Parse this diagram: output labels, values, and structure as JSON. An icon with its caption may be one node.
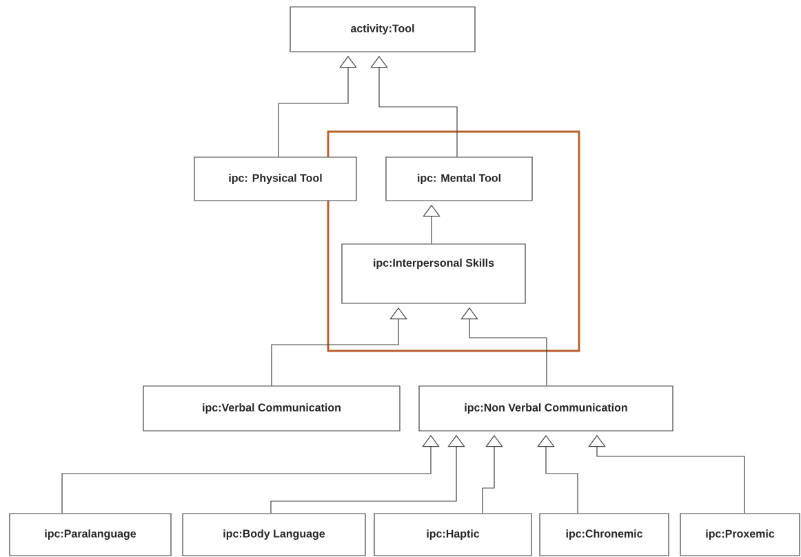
{
  "diagram": {
    "nodes": [
      {
        "text": [
          "activity:Tool"
        ]
      },
      {
        "text": [
          "ipc: Physical Tool"
        ]
      },
      {
        "text": [
          "ipc: Mental Tool"
        ]
      },
      {
        "text": [
          "ipc:Interpersonal Skills"
        ]
      },
      {
        "text": [
          "ipc:Verbal Communication"
        ]
      },
      {
        "text": [
          "ipc:Non Verbal Communication"
        ]
      },
      {
        "text": [
          "ipc:Paralanguage"
        ]
      },
      {
        "text": [
          "ipc:Body Language"
        ]
      },
      {
        "text": [
          "ipc:Haptic"
        ]
      },
      {
        "text": [
          "ipc:Chronemic"
        ]
      },
      {
        "text": [
          "ipc:Proxemic"
        ]
      }
    ],
    "edges": [
      {
        "from": 1,
        "to": 0,
        "arrow": "to"
      },
      {
        "from": 2,
        "to": 0,
        "arrow": "to"
      },
      {
        "from": 3,
        "to": 2,
        "arrow": "to"
      },
      {
        "from": 4,
        "to": 3,
        "arrow": "to"
      },
      {
        "from": 5,
        "to": 3,
        "arrow": "to"
      },
      {
        "from": 6,
        "to": 5,
        "arrow": "to"
      },
      {
        "from": 7,
        "to": 5,
        "arrow": "to"
      },
      {
        "from": 8,
        "to": 5,
        "arrow": "to"
      },
      {
        "from": 9,
        "to": 5,
        "arrow": "to"
      },
      {
        "from": 10,
        "to": 5,
        "arrow": "to"
      }
    ]
  }
}
